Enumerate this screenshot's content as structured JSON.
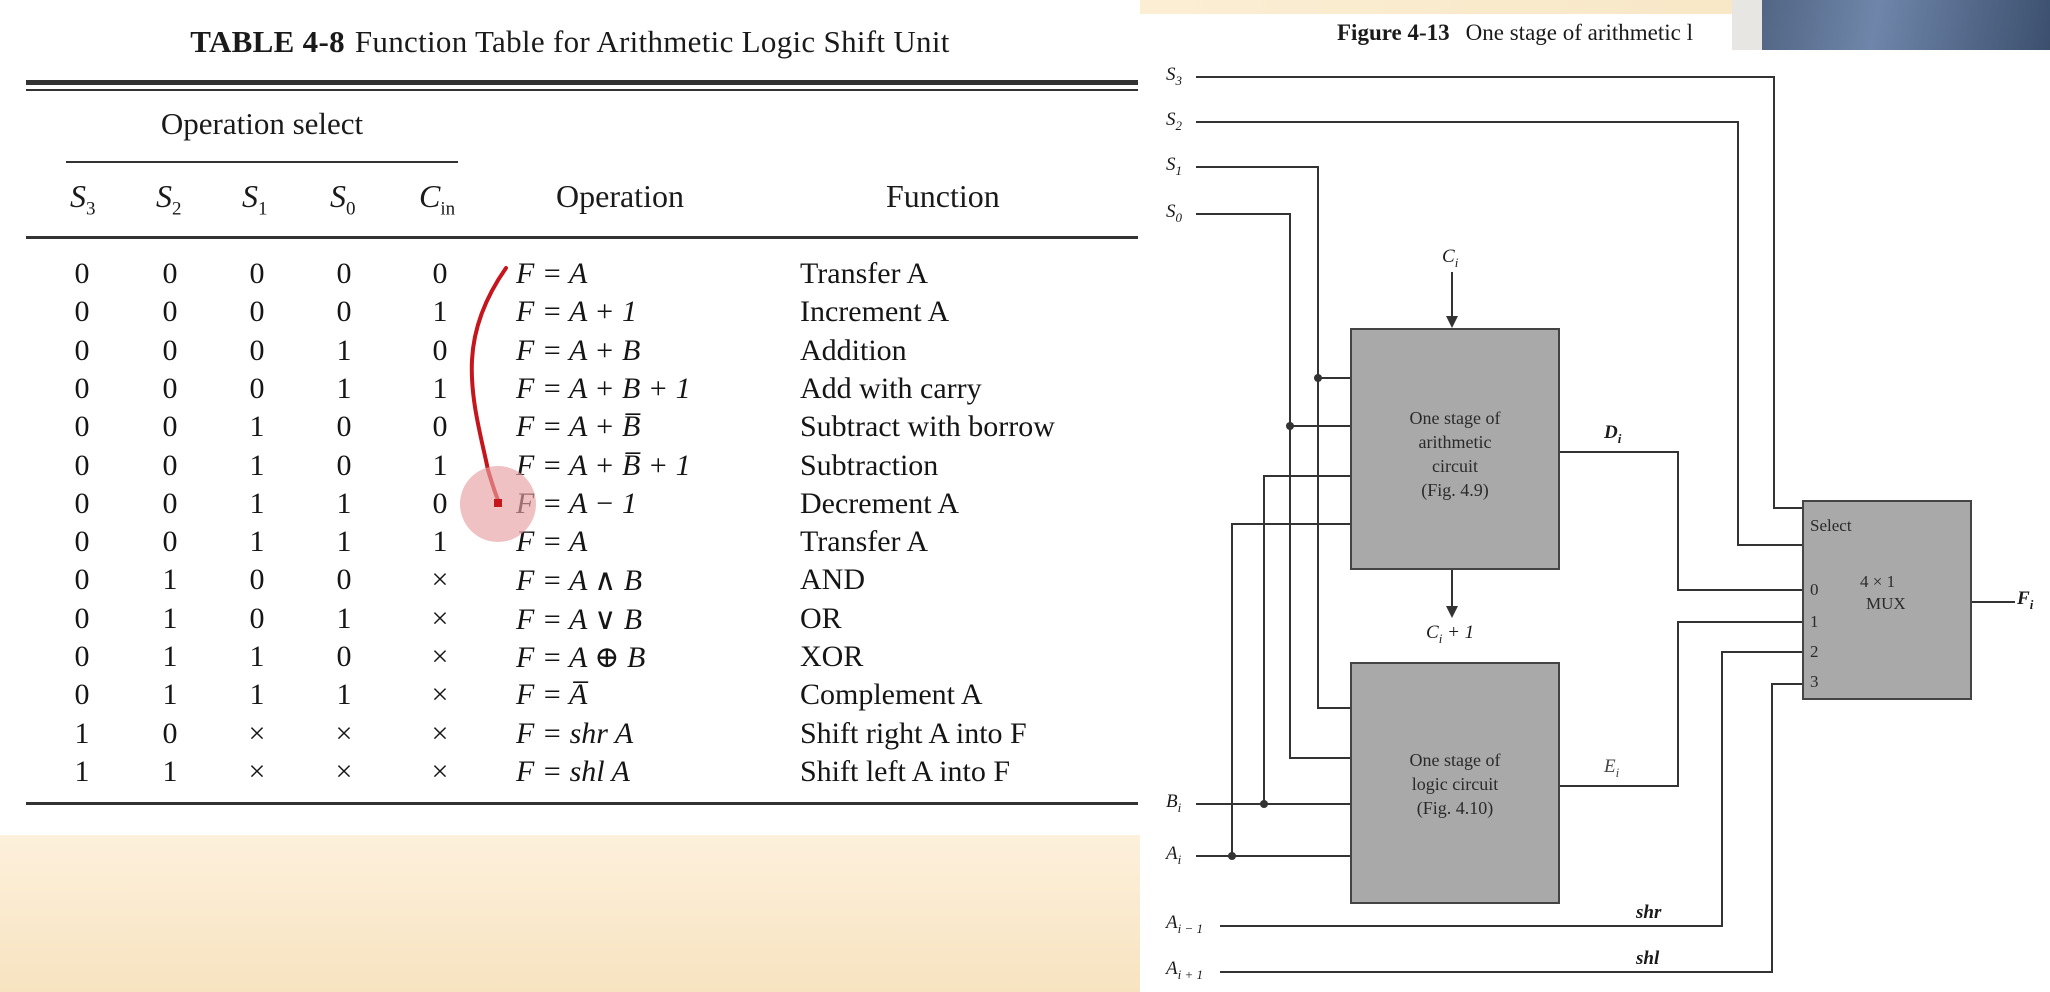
{
  "table": {
    "number": "TABLE 4-8",
    "title": "Function Table for Arithmetic Logic Shift Unit",
    "group_label": "Operation select",
    "headers": {
      "s3": "S",
      "s3_sub": "3",
      "s2": "S",
      "s2_sub": "2",
      "s1": "S",
      "s1_sub": "1",
      "s0": "S",
      "s0_sub": "0",
      "cin": "C",
      "cin_sub": "in",
      "operation": "Operation",
      "function": "Function"
    },
    "rows": [
      {
        "s3": "0",
        "s2": "0",
        "s1": "0",
        "s0": "0",
        "cin": "0",
        "op": "F = A",
        "fn": "Transfer A"
      },
      {
        "s3": "0",
        "s2": "0",
        "s1": "0",
        "s0": "0",
        "cin": "1",
        "op": "F = A + 1",
        "fn": "Increment A"
      },
      {
        "s3": "0",
        "s2": "0",
        "s1": "0",
        "s0": "1",
        "cin": "0",
        "op": "F = A + B",
        "fn": "Addition"
      },
      {
        "s3": "0",
        "s2": "0",
        "s1": "0",
        "s0": "1",
        "cin": "1",
        "op": "F = A + B + 1",
        "fn": "Add with carry"
      },
      {
        "s3": "0",
        "s2": "0",
        "s1": "1",
        "s0": "0",
        "cin": "0",
        "op": "F = A + B̅",
        "fn": "Subtract with borrow"
      },
      {
        "s3": "0",
        "s2": "0",
        "s1": "1",
        "s0": "0",
        "cin": "1",
        "op": "F = A + B̅ + 1",
        "fn": "Subtraction"
      },
      {
        "s3": "0",
        "s2": "0",
        "s1": "1",
        "s0": "1",
        "cin": "0",
        "op": "F = A − 1",
        "fn": "Decrement A"
      },
      {
        "s3": "0",
        "s2": "0",
        "s1": "1",
        "s0": "1",
        "cin": "1",
        "op": "F = A",
        "fn": "Transfer A"
      },
      {
        "s3": "0",
        "s2": "1",
        "s1": "0",
        "s0": "0",
        "cin": "×",
        "op": "F = A ∧ B",
        "fn": "AND"
      },
      {
        "s3": "0",
        "s2": "1",
        "s1": "0",
        "s0": "1",
        "cin": "×",
        "op": "F = A ∨ B",
        "fn": "OR"
      },
      {
        "s3": "0",
        "s2": "1",
        "s1": "1",
        "s0": "0",
        "cin": "×",
        "op": "F = A ⊕ B",
        "fn": "XOR"
      },
      {
        "s3": "0",
        "s2": "1",
        "s1": "1",
        "s0": "1",
        "cin": "×",
        "op": "F = A̅",
        "fn": "Complement A"
      },
      {
        "s3": "1",
        "s2": "0",
        "s1": "×",
        "s0": "×",
        "cin": "×",
        "op": "F = shr A",
        "fn": "Shift right A into F"
      },
      {
        "s3": "1",
        "s2": "1",
        "s1": "×",
        "s0": "×",
        "cin": "×",
        "op": "F = shl A",
        "fn": "Shift left A into F"
      }
    ]
  },
  "figure": {
    "number": "Figure 4-13",
    "title": "One stage of arithmetic l",
    "arith_block": [
      "One stage of",
      "arithmetic",
      "circuit",
      "(Fig. 4.9)"
    ],
    "logic_block": [
      "One stage of",
      "logic circuit",
      "(Fig. 4.10)"
    ],
    "mux": {
      "select": "Select",
      "size": "4 × 1",
      "name": "MUX",
      "in0": "0",
      "in1": "1",
      "in2": "2",
      "in3": "3"
    },
    "labels": {
      "s3": "S",
      "s3_sub": "3",
      "s2": "S",
      "s2_sub": "2",
      "s1": "S",
      "s1_sub": "1",
      "s0": "S",
      "s0_sub": "0",
      "ci": "C",
      "ci_sub": "i",
      "ci1": "C",
      "ci1_sub": "i",
      "ci1_tail": " + 1",
      "di": "D",
      "di_sub": "i",
      "ei": "E",
      "ei_sub": "i",
      "fi": "F",
      "fi_sub": "i",
      "bi": "B",
      "bi_sub": "i",
      "ai": "A",
      "ai_sub": "i",
      "aim1": "A",
      "aim1_sub": "i − 1",
      "aip1": "A",
      "aip1_sub": "i + 1",
      "shr": "shr",
      "shl": "shl"
    }
  },
  "colors": {
    "annotation_ink": "#c4161c",
    "annotation_dot": "#e8a0a2",
    "block_fill": "#a9a9a9",
    "page_tint": "#f7e3c0"
  }
}
